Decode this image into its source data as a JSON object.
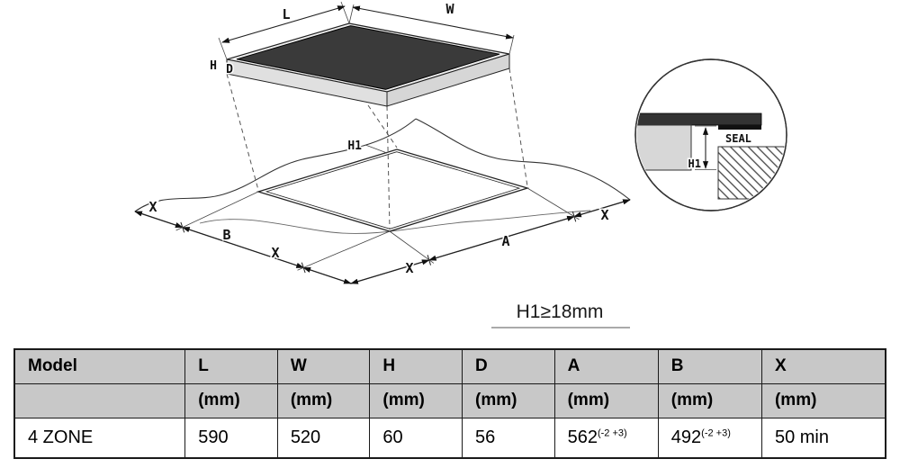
{
  "drawing": {
    "labels": {
      "L": "L",
      "W": "W",
      "H": "H",
      "D": "D",
      "H1": "H1",
      "H1_detail": "H1",
      "A": "A",
      "B": "B",
      "X_left_outer": "X",
      "X_left_inner": "X",
      "X_right_inner": "X",
      "X_right_outer": "X",
      "seal": "SEAL"
    },
    "note": "H1≥18mm"
  },
  "table": {
    "model_header": "Model",
    "unit_label": "(mm)",
    "columns": [
      "L",
      "W",
      "H",
      "D",
      "A",
      "B",
      "X"
    ],
    "row": {
      "model": "4 ZONE",
      "L": "590",
      "W": "520",
      "H": "60",
      "D": "56",
      "A": "562",
      "A_tolerance": "(-2 +3)",
      "B": "492",
      "B_tolerance": "(-2 +3)",
      "X": "50 min"
    }
  }
}
